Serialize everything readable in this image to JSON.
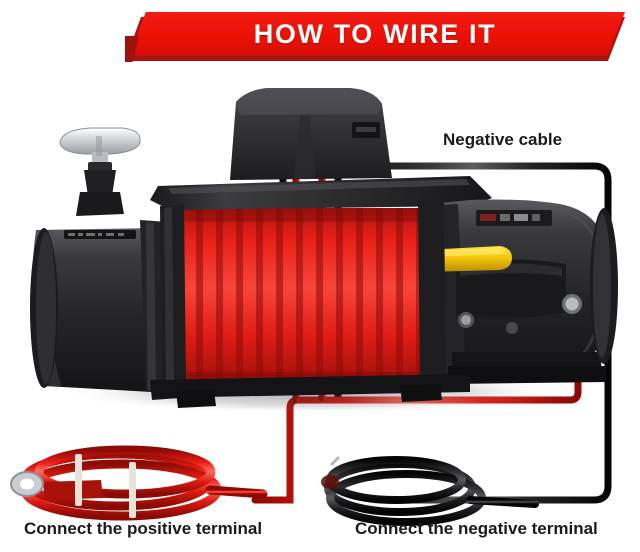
{
  "banner": {
    "title": "HOW TO WIRE IT",
    "bg_color": "#ec1107",
    "shadow_color": "#a8140f",
    "text_color": "#ffffff"
  },
  "labels": {
    "negative_cable": "Negative cable",
    "positive_terminal": "Connect the positive terminal",
    "negative_terminal": "Connect the negative terminal"
  },
  "product": {
    "name": "electric-winch",
    "body_color": "#2a2a2c",
    "rope_color": "#e51f16",
    "clutch_lever_color": "#f2c307",
    "handle_color": "#d9dadd"
  },
  "wiring": {
    "positive_wire_color": "#ee2018",
    "negative_wire_color": "#1a1a1a",
    "positive_lug_color": "#c9ccd1",
    "coils": [
      {
        "name": "positive-cable-coil",
        "color": "#ee2018"
      },
      {
        "name": "negative-cable-coil",
        "color": "#141414"
      }
    ]
  }
}
